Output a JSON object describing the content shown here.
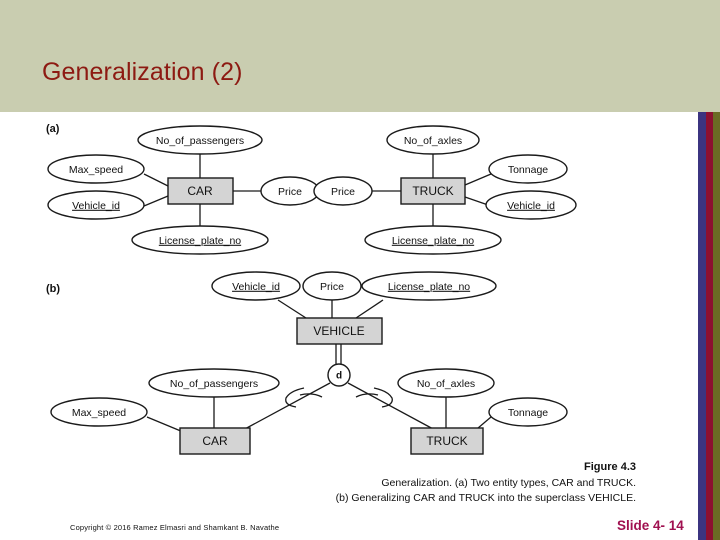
{
  "slide": {
    "title": "Generalization (2)",
    "title_color": "#8d1a12",
    "header_bg": "#c9cdb0",
    "body_bg": "#ffffff"
  },
  "footer": {
    "copyright": "Copyright © 2016 Ramez Elmasri and Shamkant B. Navathe",
    "slide_number": "Slide 4- 14",
    "slide_number_color": "#a01050"
  },
  "stripes": {
    "blue": "#3b3480",
    "red": "#8c1030",
    "olive": "#6b6b24"
  },
  "figure": {
    "part_a_label": "(a)",
    "part_b_label": "(b)",
    "caption_title": "Figure 4.3",
    "caption_line1": "Generalization. (a) Two entity types, CAR and TRUCK.",
    "caption_line2": "(b) Generalizing CAR and TRUCK into the superclass VEHICLE.",
    "part_a": {
      "entities": [
        {
          "name": "CAR",
          "attributes": [
            "No_of_passengers",
            "Max_speed",
            "Vehicle_id",
            "License_plate_no",
            "Price"
          ],
          "key_attributes": [
            "Vehicle_id",
            "License_plate_no"
          ]
        },
        {
          "name": "TRUCK",
          "attributes": [
            "No_of_axles",
            "Tonnage",
            "Vehicle_id",
            "License_plate_no",
            "Price"
          ],
          "key_attributes": [
            "License_plate_no"
          ]
        }
      ],
      "labels": {
        "car": "CAR",
        "truck": "TRUCK",
        "no_of_passengers": "No_of_passengers",
        "max_speed": "Max_speed",
        "vehicle_id": "Vehicle_id",
        "license_plate_no": "License_plate_no",
        "price_car": "Price",
        "price_truck": "Price",
        "no_of_axles": "No_of_axles",
        "tonnage": "Tonnage",
        "vehicle_id_truck": "Vehicle_id",
        "license_plate_no_truck": "License_plate_no"
      }
    },
    "part_b": {
      "superclass": "VEHICLE",
      "superclass_attributes": [
        "Vehicle_id",
        "Price",
        "License_plate_no"
      ],
      "disjoint_symbol": "d",
      "subclasses": [
        {
          "name": "CAR",
          "attributes": [
            "No_of_passengers",
            "Max_speed"
          ]
        },
        {
          "name": "TRUCK",
          "attributes": [
            "No_of_axles",
            "Tonnage"
          ]
        }
      ],
      "labels": {
        "vehicle": "VEHICLE",
        "vehicle_id": "Vehicle_id",
        "price": "Price",
        "license_plate_no": "License_plate_no",
        "disjoint": "d",
        "car": "CAR",
        "truck": "TRUCK",
        "no_of_passengers": "No_of_passengers",
        "max_speed": "Max_speed",
        "no_of_axles": "No_of_axles",
        "tonnage": "Tonnage"
      }
    }
  }
}
